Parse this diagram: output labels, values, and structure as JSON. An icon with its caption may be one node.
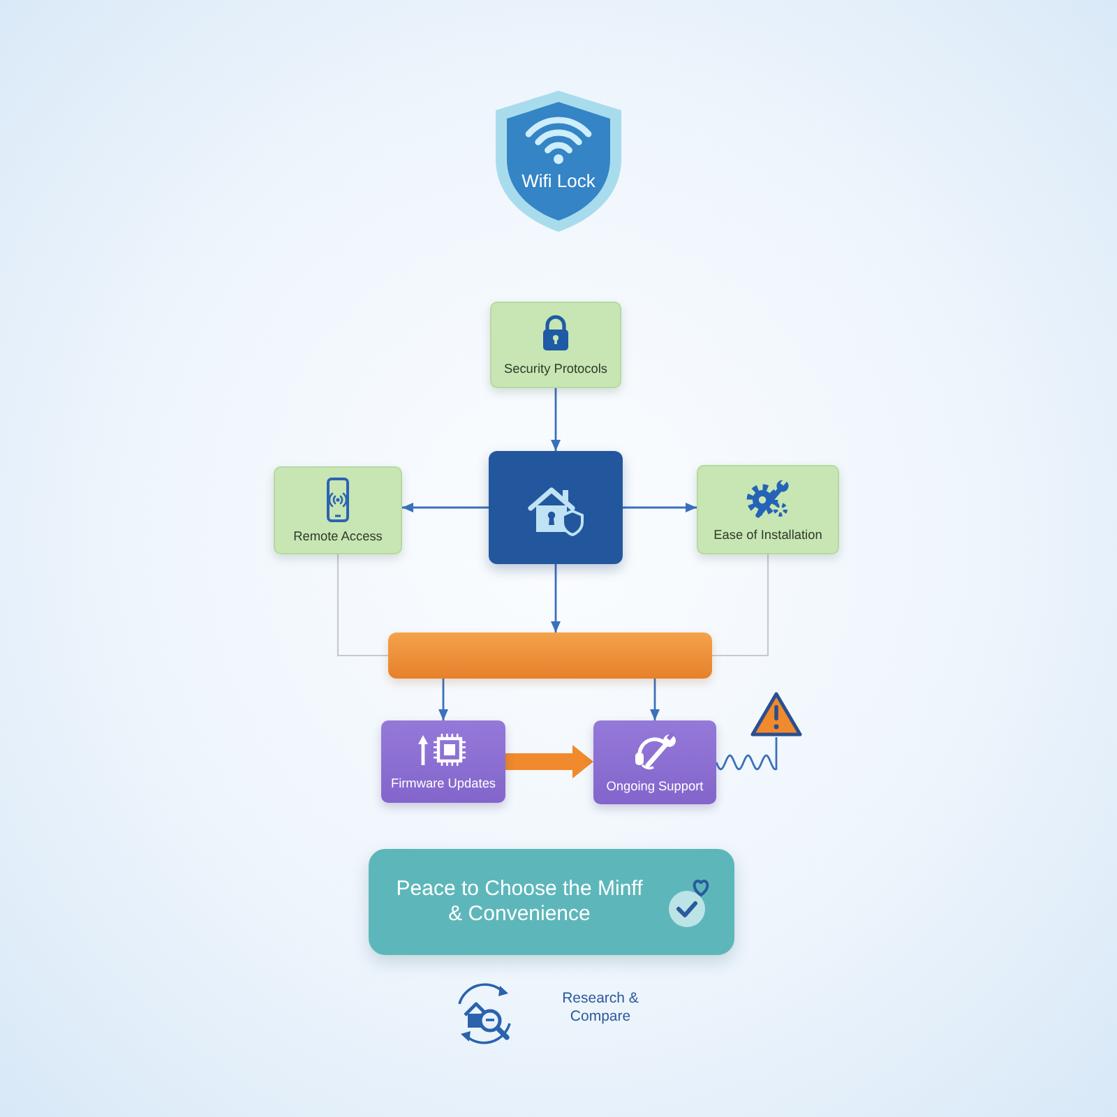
{
  "diagram": {
    "nodes": [
      {
        "text": [
          "Wifi Lock"
        ]
      },
      {
        "text": [
          "Security Protocols"
        ]
      },
      {
        "text": [],
        "shape": "box"
      },
      {
        "text": [
          "Remote Access"
        ]
      },
      {
        "text": [
          "Ease of Installation"
        ]
      },
      {
        "text": [],
        "shape": "bar"
      },
      {
        "text": [
          "Firmware Updates"
        ]
      },
      {
        "text": [
          "Ongoing Support"
        ]
      },
      {
        "text": [],
        "shape": "triangle"
      },
      {
        "text": [
          "Peace to Choose the Minff & Convenience"
        ]
      }
    ],
    "edges": [
      {
        "from": 1,
        "to": 2,
        "arrow": "to"
      },
      {
        "from": 2,
        "to": 3,
        "arrow": "to"
      },
      {
        "from": 2,
        "to": 4,
        "arrow": "to"
      },
      {
        "from": 2,
        "to": 5,
        "arrow": "to"
      },
      {
        "from": 3,
        "to": 5,
        "arrow": "none",
        "color": "#c6cad0"
      },
      {
        "from": 4,
        "to": 5,
        "arrow": "none",
        "color": "#c6cad0"
      },
      {
        "from": 5,
        "to": 6,
        "arrow": "to"
      },
      {
        "from": 5,
        "to": 7,
        "arrow": "to"
      },
      {
        "from": 6,
        "to": 7,
        "arrow": "to",
        "style": "thick",
        "color": "#f08a2c"
      },
      {
        "from": 7,
        "to": 8,
        "arrow": "none"
      }
    ],
    "labels": [
      "Research & Compare"
    ]
  }
}
